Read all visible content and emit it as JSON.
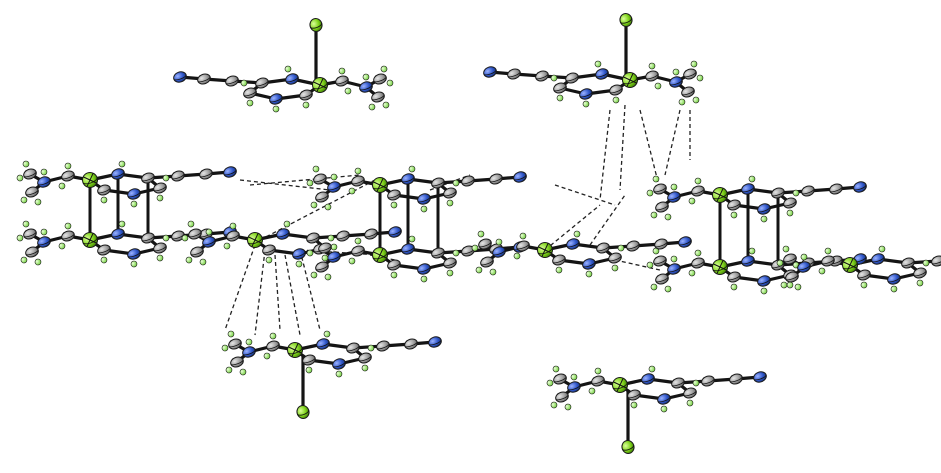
{
  "figure": {
    "type": "crystal-packing-diagram",
    "style": "ORTEP ellipsoid plot",
    "legend": null
  },
  "colors": {
    "background": "#ffffff",
    "bond": "#141414",
    "hbond": "#222222",
    "carbon": "#9e9e9e",
    "nitrogen": "#2f56c9",
    "chlorine_metal": "#7ed21a",
    "hydrogen": "#9be36a"
  },
  "atom_types": [
    "C",
    "N",
    "Cl",
    "H",
    "M"
  ]
}
